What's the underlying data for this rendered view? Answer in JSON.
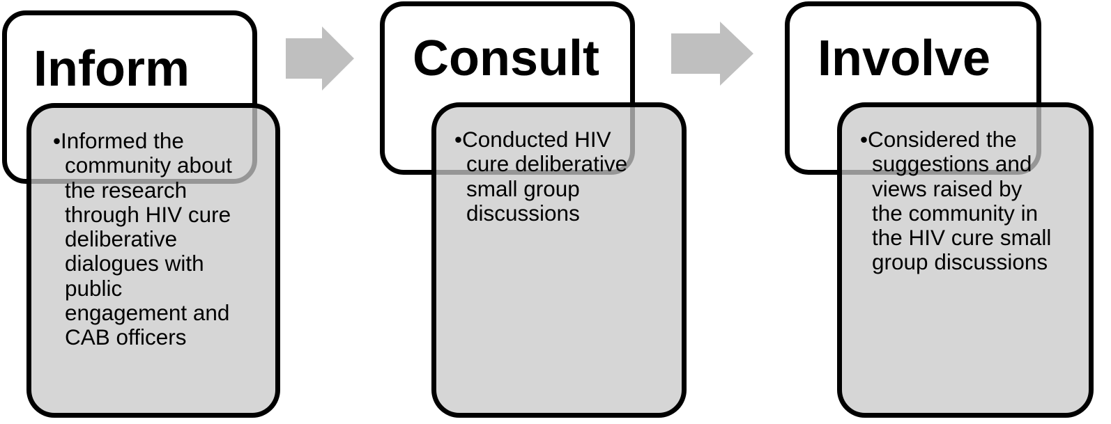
{
  "stages": [
    {
      "title": "Inform",
      "bullet": "•",
      "description": "Informed the\ncommunity about\nthe research\nthrough HIV cure\ndeliberative\ndialogues with\npublic\nengagement and\nCAB officers"
    },
    {
      "title": "Consult",
      "bullet": "•",
      "description": "Conducted HIV\ncure deliberative\nsmall group\ndiscussions"
    },
    {
      "title": "Involve",
      "bullet": "•",
      "description": "Considered the\nsuggestions and\nviews raised by\nthe community in\nthe HIV cure small\ngroup discussions"
    }
  ],
  "colors": {
    "box_border": "#000000",
    "title_box_fill": "#ffffff",
    "detail_box_fill": "#c8c8c8",
    "arrow_fill": "#bfbfbf"
  },
  "icons": [
    "right-arrow-icon",
    "right-arrow-icon"
  ]
}
